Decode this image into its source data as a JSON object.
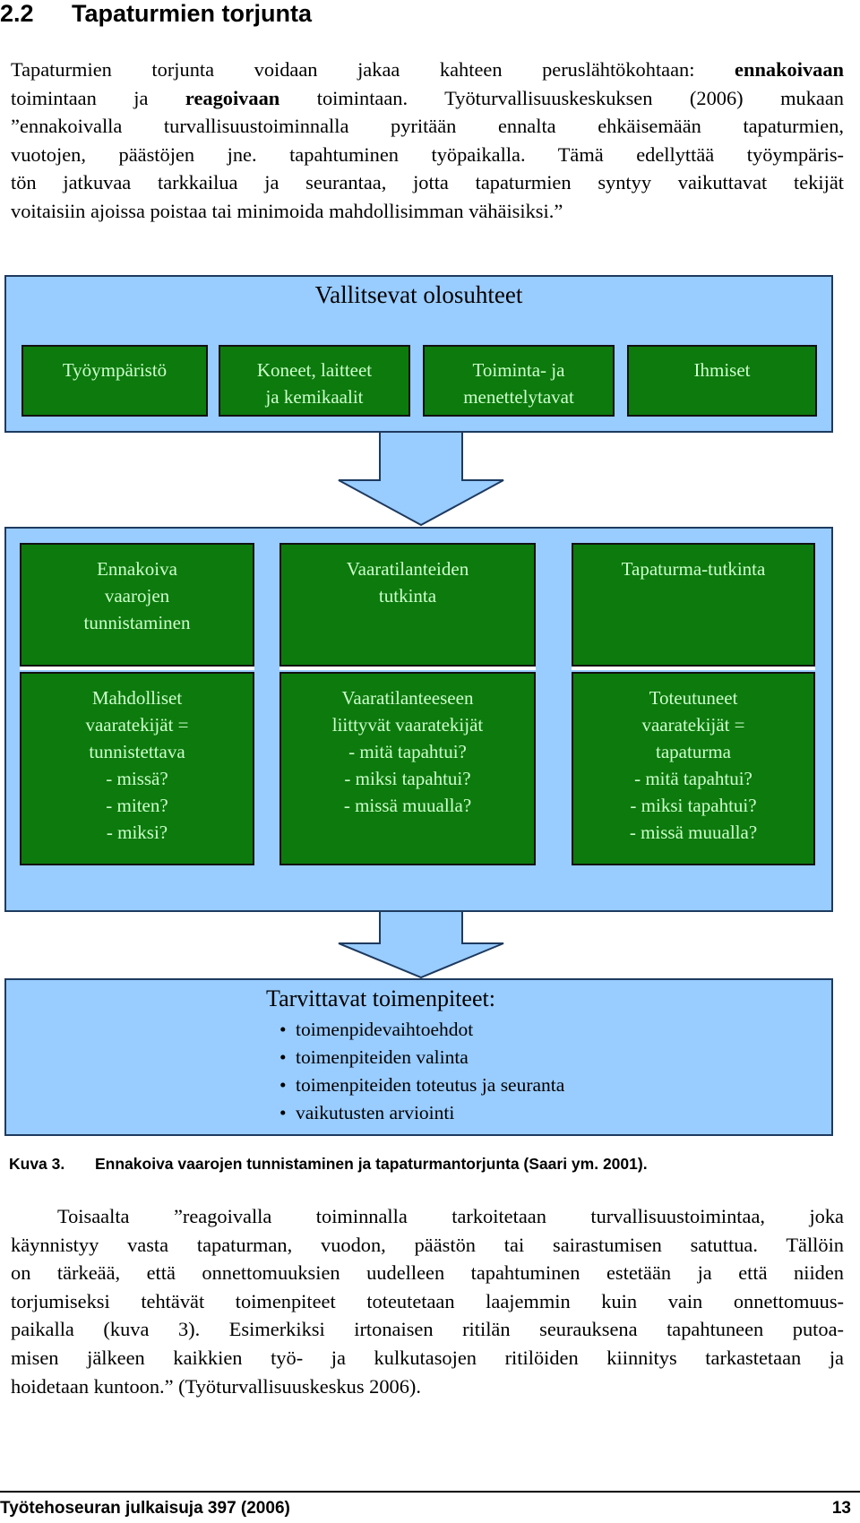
{
  "section": {
    "number": "2.2",
    "title": "Tapaturmien torjunta"
  },
  "intro_lines": [
    [
      "Tapaturmien torjunta voidaan jakaa kahteen peruslähtökohtaan: ",
      "ennakoivaan",
      ""
    ],
    [
      "toimintaan ja ",
      "reagoivaan",
      " toimintaan. Työturvallisuuskeskuksen (2006) mukaan"
    ],
    [
      "”ennakoivalla turvallisuustoiminnalla pyritään ennalta ehkäisemään tapaturmien,",
      "",
      ""
    ],
    [
      "vuotojen, päästöjen jne. tapahtuminen työpaikalla. Tämä edellyttää työympäris-",
      "",
      ""
    ],
    [
      "tön jatkuvaa tarkkailua ja seurantaa, jotta tapaturmien syntyy vaikuttavat tekijät",
      "",
      ""
    ],
    [
      "voitaisiin ajoissa poistaa tai minimoida mahdollisimman vähäisiksi.”",
      "",
      ""
    ]
  ],
  "diagram": {
    "top_title": "Vallitsevat olosuhteet",
    "top_boxes": [
      [
        "Työympäristö"
      ],
      [
        "Koneet, laitteet",
        "ja kemikaalit"
      ],
      [
        "Toiminta- ja",
        "menettelytavat"
      ],
      [
        "Ihmiset"
      ]
    ],
    "middle_boxes": [
      [
        "Ennakoiva",
        "vaarojen",
        "tunnistaminen"
      ],
      [
        "Vaaratilanteiden",
        "tutkinta"
      ],
      [
        "Tapaturma-tutkinta"
      ]
    ],
    "detail_boxes": [
      [
        "Mahdolliset",
        "vaaratekijät =",
        "tunnistettava",
        "- missä?",
        "- miten?",
        "- miksi?"
      ],
      [
        "Vaaratilanteeseen",
        "liittyvät vaaratekijät",
        "- mitä tapahtui?",
        "- miksi tapahtui?",
        "- missä muualla?"
      ],
      [
        "Toteutuneet",
        "vaaratekijät =",
        "tapaturma",
        "- mitä tapahtui?",
        "- miksi tapahtui?",
        "- missä muualla?"
      ]
    ],
    "bottom_title": "Tarvittavat toimenpiteet:",
    "bottom_bullets": [
      "toimenpidevaihtoehdot",
      "toimenpiteiden valinta",
      "toimenpiteiden toteutus ja seuranta",
      "vaikutusten arviointi"
    ],
    "colors": {
      "light_blue": "#99ccff",
      "green": "#0c7a0c",
      "green_text": "#ccffcc"
    }
  },
  "caption": {
    "label": "Kuva 3.",
    "text": "Ennakoiva vaarojen tunnistaminen ja tapaturmantorjunta (Saari ym. 2001)."
  },
  "body_lines": [
    "Toisaalta ”reagoivalla toiminnalla tarkoitetaan turvallisuustoimintaa, joka",
    "käynnistyy vasta tapaturman, vuodon, päästön tai sairastumisen satuttua. Tällöin",
    "on tärkeää, että onnettomuuksien uudelleen tapahtuminen estetään ja että niiden",
    "torjumiseksi tehtävät toimenpiteet toteutetaan laajemmin kuin vain onnettomuus-",
    "paikalla (kuva 3). Esimerkiksi irtonaisen ritilän seurauksena tapahtuneen putoa-",
    "misen jälkeen kaikkien työ- ja kulkutasojen ritilöiden kiinnitys tarkastetaan ja",
    "hoidetaan kuntoon.” (Työturvallisuuskeskus 2006)."
  ],
  "footer": {
    "publication": "Työtehoseuran julkaisuja 397 (2006)",
    "page": "13"
  }
}
